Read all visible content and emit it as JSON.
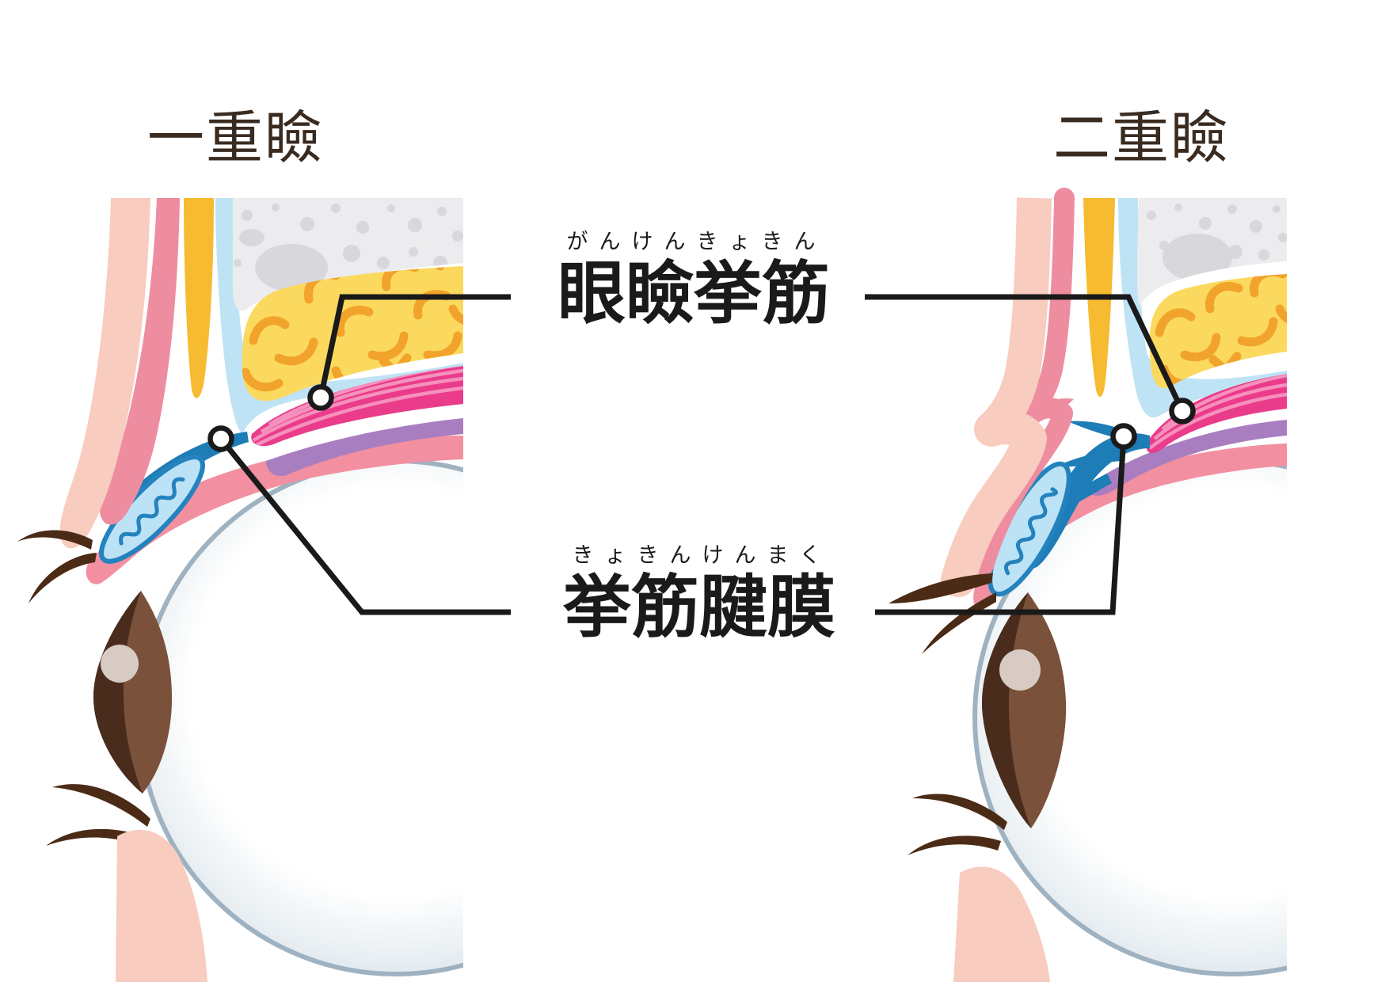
{
  "titles": {
    "left": "一重瞼",
    "right": "二重瞼"
  },
  "annotations": {
    "levator_muscle": {
      "furigana": "がんけんきょきん",
      "label": "眼瞼挙筋"
    },
    "levator_aponeurosis": {
      "furigana": "きょきんけんまく",
      "label": "挙筋腱膜"
    }
  },
  "colors": {
    "background": "#ffffff",
    "title_text": "#3a2b20",
    "label_text": "#1a1a1a",
    "leader_line": "#1a1a1a",
    "skin_pale_pink": "#f8ccbf",
    "muscle_pink": "#ee8ca0",
    "septum_yellow": "#f6bb30",
    "space_light_blue": "#bee3f4",
    "bone_gray": "#ececee",
    "bone_speckle": "#d8d8dc",
    "fat_yellow": "#fbd95f",
    "fat_orange": "#f2a32b",
    "levator_magenta": "#ea3c8b",
    "levator_stripe": "#f591bc",
    "mullers_purple": "#a87ec1",
    "conjunctiva_pink": "#f28fa1",
    "aponeurosis_teal": "#1e7cb7",
    "tarsus_fill": "#bce2f5",
    "tarsus_outline": "#2483be",
    "eyeball_outline": "#9fb2c1",
    "eyeball_shade": "#e3eaef",
    "iris_brown": "#7a513a",
    "iris_dark": "#4a2c1d",
    "iris_highlight": "#d7cbc3",
    "lash_brown": "#4b2b16"
  }
}
